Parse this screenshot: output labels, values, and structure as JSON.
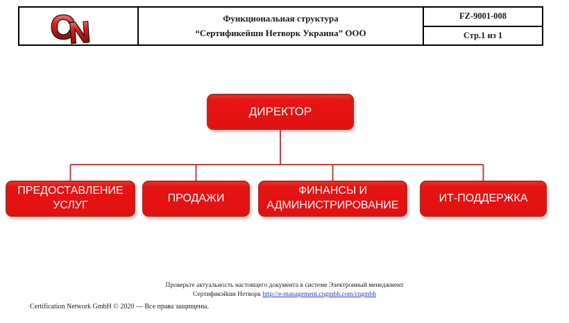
{
  "document": {
    "title_line1": "Функциональная структура",
    "title_line2": "“Сертификейшн Нетворк Украина” ООО",
    "doc_code": "FZ-9001-008",
    "page_label": "Стр.1 из 1"
  },
  "logo": {
    "letter_c": "C",
    "letter_n": "N"
  },
  "chart_data": {
    "type": "org-chart",
    "root": "ДИРЕКТОР",
    "children": [
      "ПРЕДОСТАВЛЕНИЕ УСЛУГ",
      "ПРОДАЖИ",
      "ФИНАНСЫ И АДМИНИСТРИРОВАНИЕ",
      "ИТ-ПОДДЕРЖКА"
    ]
  },
  "footer": {
    "notice_line1": "Проверьте актуальность настоящего документа в системе Электронный менеджмент",
    "notice_prefix": "Сертификэйшн Нетворк ",
    "notice_link": "http://e-management.cngmbh.com/cngmbh",
    "copyright": "Certification Network GmbH © 2020 — Все права защищены."
  },
  "colors": {
    "node_fill": "#e21111",
    "node_border": "#a52e26",
    "connector": "#b9423d",
    "link_blue": "#2336cc"
  }
}
